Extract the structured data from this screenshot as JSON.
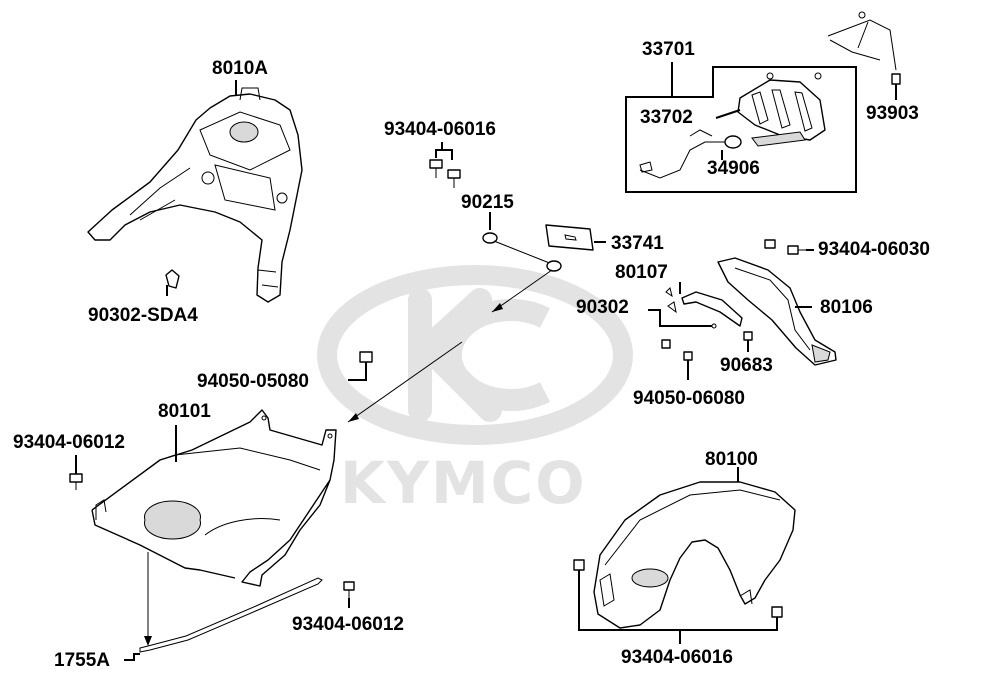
{
  "watermark": {
    "brand_text": "KYMCO",
    "logo_color": "#e3e3e3"
  },
  "parts": {
    "p8010A": "8010A",
    "p90302_SDA4": "90302-SDA4",
    "p93404_06016_top": "93404-06016",
    "p90215": "90215",
    "p33741": "33741",
    "p33701": "33701",
    "p33702": "33702",
    "p34906": "34906",
    "p93903": "93903",
    "p93404_06030": "93404-06030",
    "p80107": "80107",
    "p90302": "90302",
    "p80106": "80106",
    "p90683": "90683",
    "p94050_06080": "94050-06080",
    "p94050_05080": "94050-05080",
    "p80101": "80101",
    "p93404_06012_left": "93404-06012",
    "p93404_06012_bottom": "93404-06012",
    "p1755A": "1755A",
    "p80100": "80100",
    "p93404_06016_bottom": "93404-06016"
  }
}
